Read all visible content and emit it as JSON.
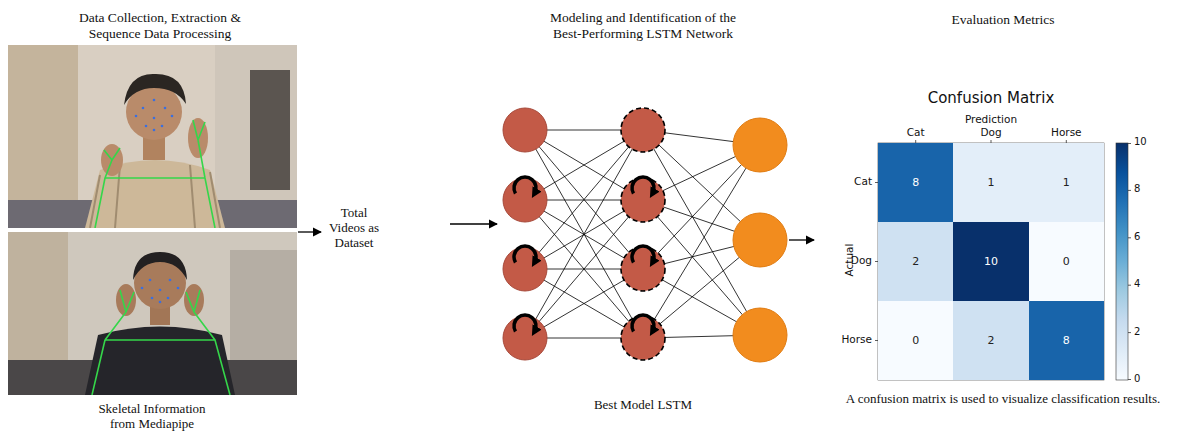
{
  "diagram": {
    "nodes": [
      {
        "text": [
          "8"
        ]
      },
      {
        "text": [
          "1"
        ]
      },
      {
        "text": [
          "1"
        ]
      },
      {
        "text": [
          "2"
        ]
      },
      {
        "text": [
          "10"
        ]
      },
      {
        "text": [
          "0"
        ]
      },
      {
        "text": [
          "0"
        ]
      },
      {
        "text": [
          "2"
        ]
      },
      {
        "text": [
          "8"
        ]
      }
    ],
    "labels": [
      "Data Collection, Extraction & Sequence Data Processing",
      "Skeletal Information from Mediapipe",
      "Total Videos as Dataset",
      "Modeling and Identification of the Best-Performing LSTM Network",
      "Best Model LSTM",
      "Evaluation Metrics",
      "Confusion Matrix",
      "Prediction",
      "Cat",
      "Dog",
      "Horse",
      "Actual",
      "Cat",
      "Dog",
      "Horse",
      "10",
      "8",
      "6",
      "4",
      "2",
      "0",
      "A confusion matrix is used to visualize classification results."
    ]
  }
}
